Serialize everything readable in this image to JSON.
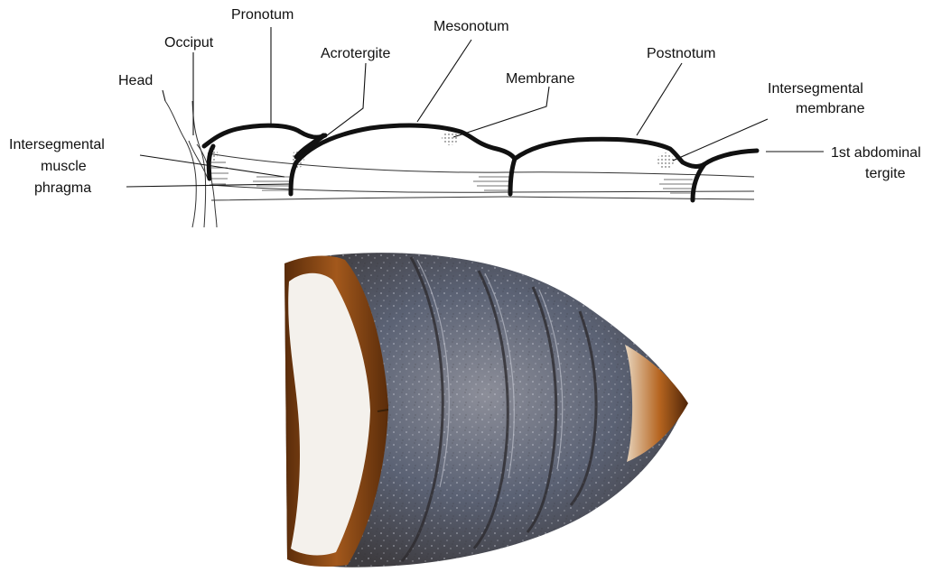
{
  "labels": {
    "pronotum": "Pronotum",
    "occiput": "Occiput",
    "head": "Head",
    "acrotergite": "Acrotergite",
    "mesonotum": "Mesonotum",
    "membrane": "Membrane",
    "postnotum": "Postnotum",
    "intersegmental_membrane": [
      "Intersegmental",
      "membrane"
    ],
    "intersegmental_muscle": [
      "Intersegmental",
      "muscle"
    ],
    "phragma": "phragma",
    "first_abdominal_tergite": [
      "1st abdominal",
      "tergite"
    ]
  },
  "colors": {
    "ink": "#111111",
    "cuticle_edge": "#8a4a14",
    "cuticle_dark": "#5a2c0a",
    "membrane_white": "#f4f1ec",
    "tergite_gray": "#6a6b78",
    "tergite_blue": "#5b6274",
    "tergite_light": "#8c8e99"
  }
}
